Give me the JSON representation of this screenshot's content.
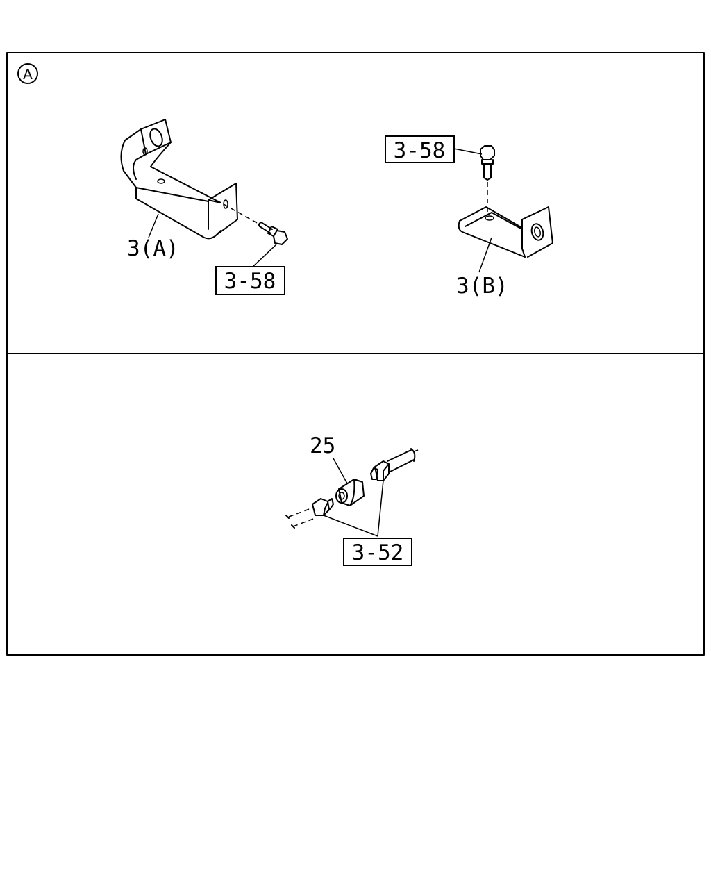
{
  "section_marker": "A",
  "parts": {
    "bracket_a": "3(A)",
    "bracket_b": "3(B)",
    "bolt_a_ref": "3-58",
    "bolt_b_ref": "3-58",
    "collar": "25",
    "union_ref": "3-52"
  }
}
